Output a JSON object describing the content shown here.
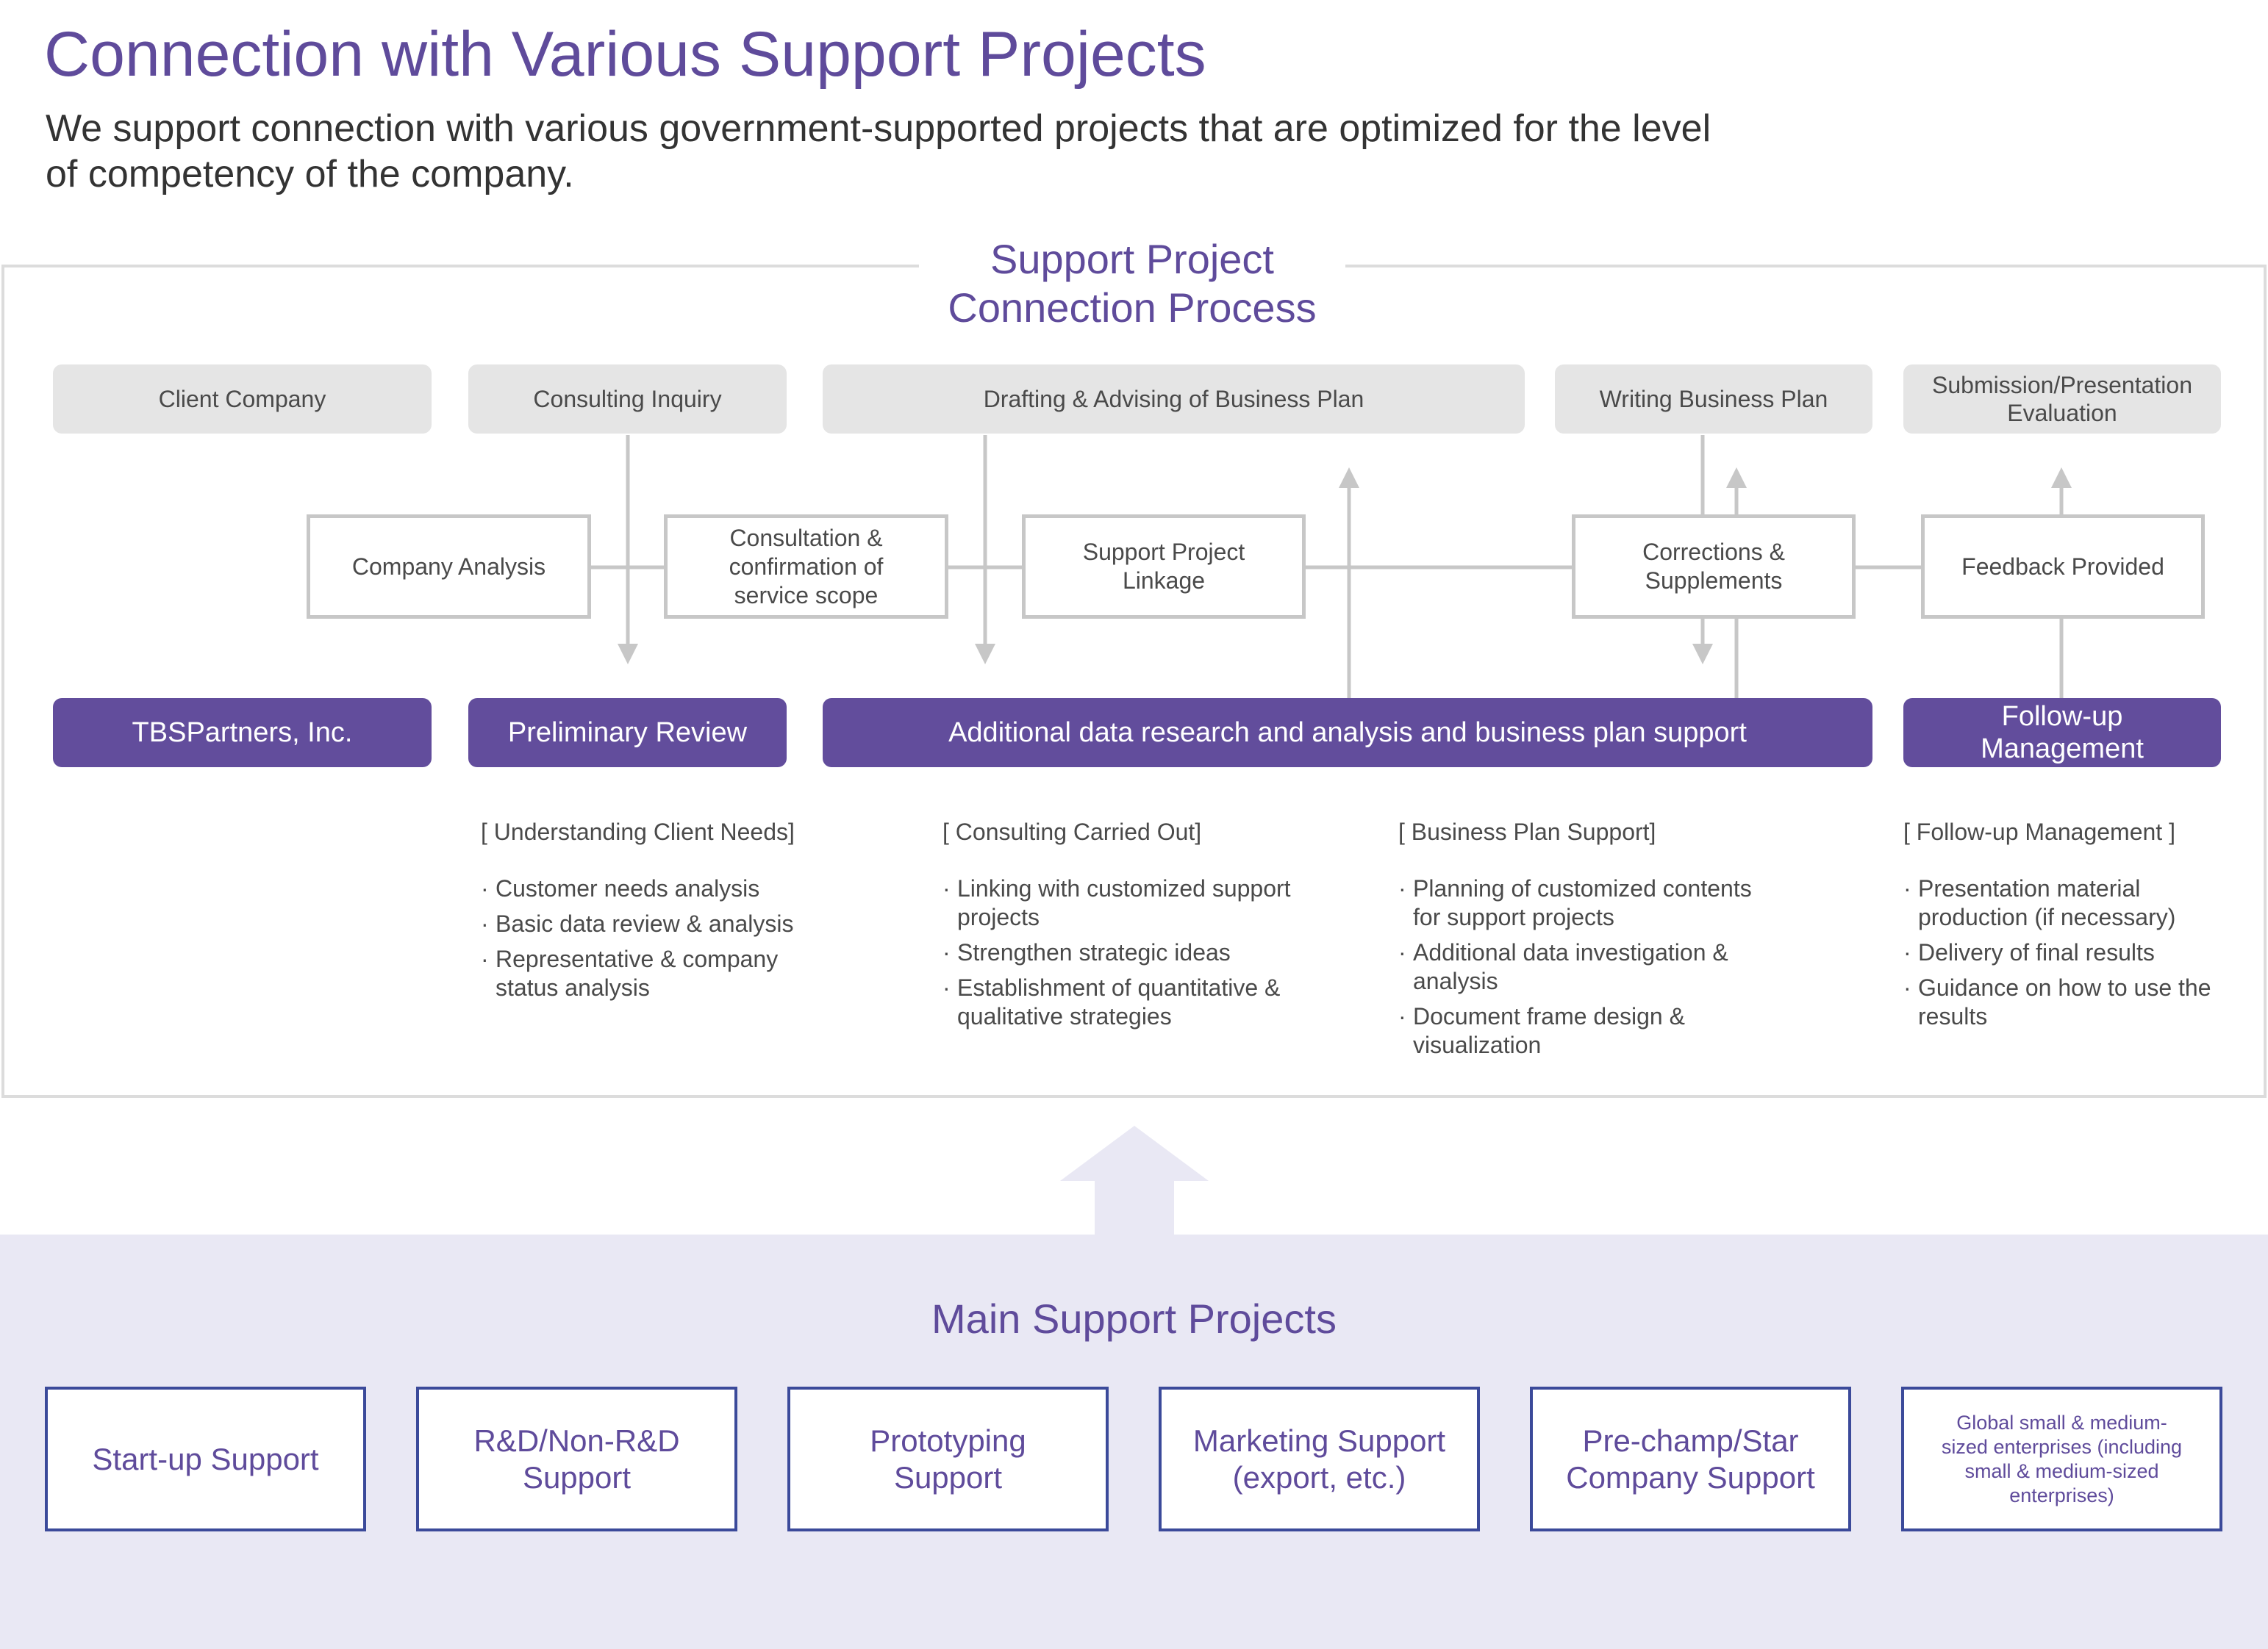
{
  "header": {
    "title": "Connection with Various Support Projects",
    "subtitle": "We support connection with various government-supported projects that are optimized for the level\nof competency of the company."
  },
  "process": {
    "title": "Support Project\nConnection Process",
    "top_row": [
      "Client Company",
      "Consulting Inquiry",
      "Drafting & Advising of Business Plan",
      "Writing Business Plan",
      "Submission/Presentation\nEvaluation"
    ],
    "middle_row": [
      "Company Analysis",
      "Consultation &\nconfirmation of\nservice scope",
      "Support Project\nLinkage",
      "Corrections &\nSupplements",
      "Feedback Provided"
    ],
    "bottom_row": [
      "TBSPartners, Inc.",
      "Preliminary Review",
      "Additional data research and analysis and business plan support",
      "Follow-up\nManagement"
    ],
    "details": [
      {
        "heading": "[ Understanding Client Needs]",
        "items": [
          "Customer needs analysis",
          "Basic data review & analysis",
          "Representative & company\nstatus analysis"
        ]
      },
      {
        "heading": "[ Consulting Carried Out]",
        "items": [
          "Linking with customized support\nprojects",
          "Strengthen strategic ideas",
          "Establishment of quantitative &\nqualitative strategies"
        ]
      },
      {
        "heading": "[ Business Plan Support]",
        "items": [
          "Planning of customized contents\nfor support projects",
          "Additional data investigation &\nanalysis",
          "Document frame design &\nvisualization"
        ]
      },
      {
        "heading": "[ Follow-up Management ]",
        "items": [
          "Presentation material\nproduction (if necessary)",
          "Delivery of final results",
          "Guidance on how to use the\nresults"
        ]
      }
    ],
    "bullet": "·"
  },
  "main_support": {
    "title": "Main Support Projects",
    "cards": [
      "Start-up Support",
      "R&D/Non-R&D\nSupport",
      "Prototyping\nSupport",
      "Marketing Support\n(export, etc.)",
      "Pre-champ/Star\nCompany Support",
      "Global small & medium-\nsized enterprises (including\nsmall & medium-sized\nenterprises)"
    ]
  },
  "colors": {
    "brand_purple": "#624d9c",
    "title_purple": "#5f4b9b",
    "card_border": "#3b4a9a",
    "grey_box": "#e5e5e5",
    "connector": "#c7c7c7",
    "band": "#e9e8f4"
  }
}
